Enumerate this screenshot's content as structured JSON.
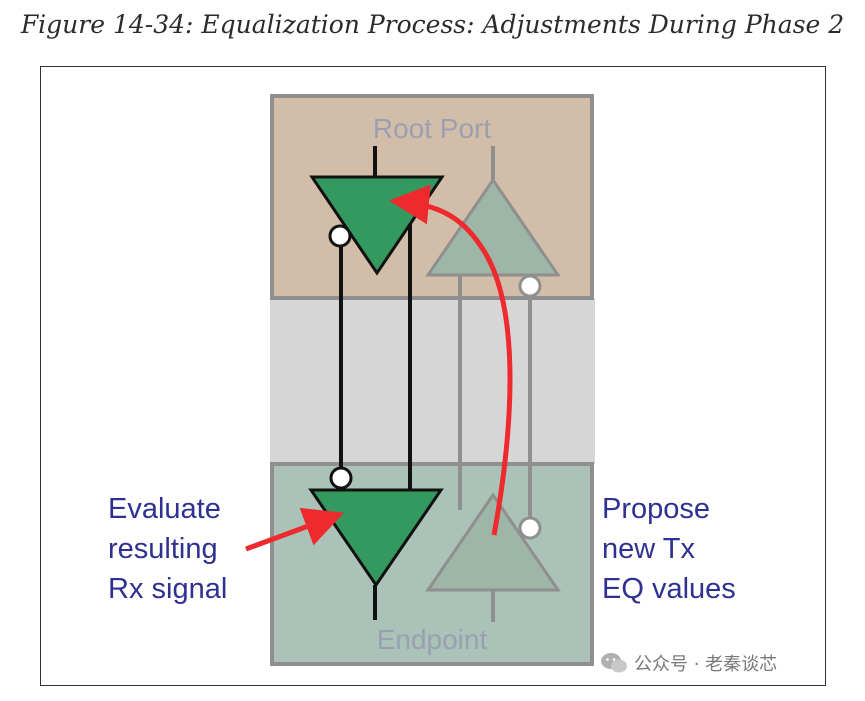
{
  "caption": "Figure 14-34: Equalization Process: Adjustments During Phase 2",
  "diagram": {
    "root_port_label": "Root Port",
    "endpoint_label": "Endpoint",
    "left_label": [
      "Evaluate",
      "resulting",
      "Rx signal"
    ],
    "right_label": [
      "Propose",
      "new Tx",
      "EQ values"
    ]
  },
  "watermark": "公众号 · 老秦谈芯",
  "colors": {
    "root_port_fill": "#d2bea8",
    "endpoint_fill": "#aac2b7",
    "channel_fill": "#d6d6d6",
    "active_buffer": "#33995f",
    "inactive_buffer": "#9db6a8",
    "arrow": "#ee2a2f",
    "label_text": "#2e3192"
  }
}
